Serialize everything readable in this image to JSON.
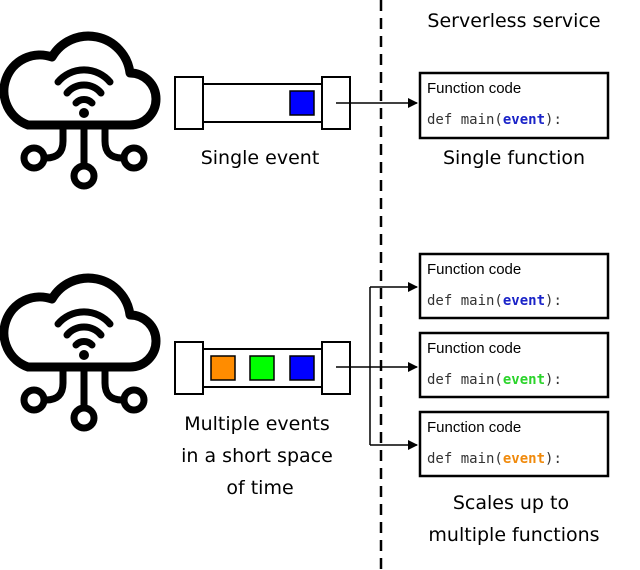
{
  "service_label": "Serverless service",
  "top": {
    "queue_label": "Single event",
    "result_label": "Single function",
    "event_colors": [
      "#0000ff"
    ],
    "function": {
      "title": "Function code",
      "code_prefix": "def main(",
      "param": "event",
      "code_suffix": "):",
      "param_color": "#1a23c8"
    }
  },
  "bottom": {
    "queue_label_lines": [
      "Multiple events",
      "in a short space",
      "of time"
    ],
    "result_label_lines": [
      "Scales up to",
      "multiple functions"
    ],
    "event_colors": [
      "#ff8c00",
      "#00ff00",
      "#0000ff"
    ],
    "functions": [
      {
        "title": "Function code",
        "code_prefix": "def main(",
        "param": "event",
        "code_suffix": "):",
        "param_color": "#1a23c8"
      },
      {
        "title": "Function code",
        "code_prefix": "def main(",
        "param": "event",
        "code_suffix": "):",
        "param_color": "#2bd42b"
      },
      {
        "title": "Function code",
        "code_prefix": "def main(",
        "param": "event",
        "code_suffix": "):",
        "param_color": "#f08a0c"
      }
    ]
  }
}
